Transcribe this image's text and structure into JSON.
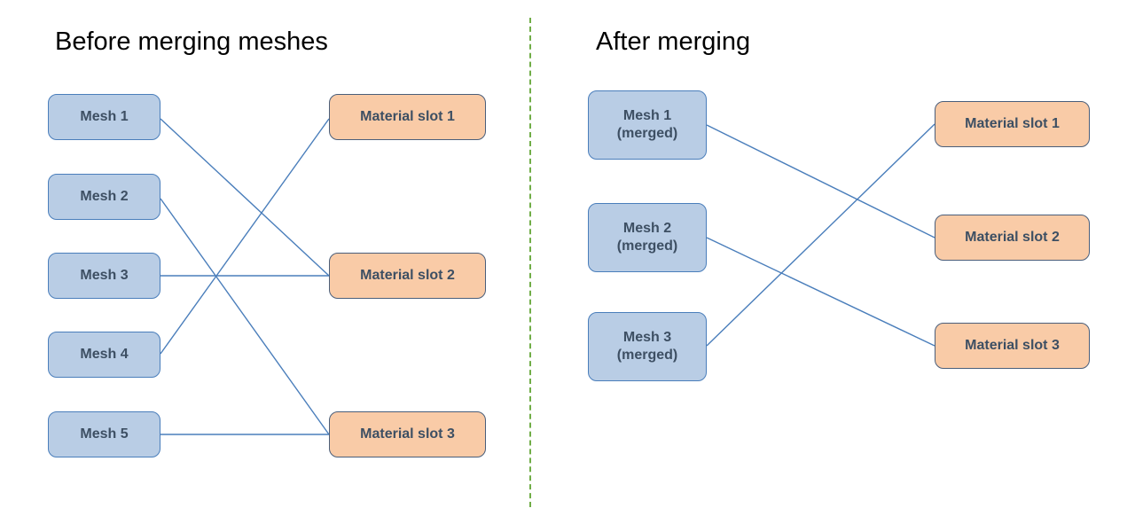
{
  "diagram": {
    "divider_color": "#70AD47",
    "link_color": "#4A7EBB",
    "mesh_fill": "#B9CDE5",
    "mesh_border": "#4A7EBB",
    "slot_fill": "#F9CBA7",
    "slot_border": "#4A5E7A",
    "label_color": "#3D4F63"
  },
  "left_panel": {
    "title": "Before merging meshes",
    "meshes": [
      {
        "label": "Mesh 1"
      },
      {
        "label": "Mesh 2"
      },
      {
        "label": "Mesh 3"
      },
      {
        "label": "Mesh 4"
      },
      {
        "label": "Mesh 5"
      }
    ],
    "slots": [
      {
        "label": "Material slot 1"
      },
      {
        "label": "Material slot 2"
      },
      {
        "label": "Material slot 3"
      }
    ],
    "links": [
      {
        "from": "Mesh 1",
        "to": "Material slot 2"
      },
      {
        "from": "Mesh 2",
        "to": "Material slot 3"
      },
      {
        "from": "Mesh 3",
        "to": "Material slot 2"
      },
      {
        "from": "Mesh 4",
        "to": "Material slot 1"
      },
      {
        "from": "Mesh 5",
        "to": "Material slot 3"
      }
    ]
  },
  "right_panel": {
    "title": "After merging",
    "meshes": [
      {
        "label": "Mesh 1\n(merged)"
      },
      {
        "label": "Mesh 2\n(merged)"
      },
      {
        "label": "Mesh 3\n(merged)"
      }
    ],
    "slots": [
      {
        "label": "Material slot 1"
      },
      {
        "label": "Material slot 2"
      },
      {
        "label": "Material slot 3"
      }
    ],
    "links": [
      {
        "from": "Mesh 1 (merged)",
        "to": "Material slot 2"
      },
      {
        "from": "Mesh 2 (merged)",
        "to": "Material slot 3"
      },
      {
        "from": "Mesh 3 (merged)",
        "to": "Material slot 1"
      }
    ]
  }
}
